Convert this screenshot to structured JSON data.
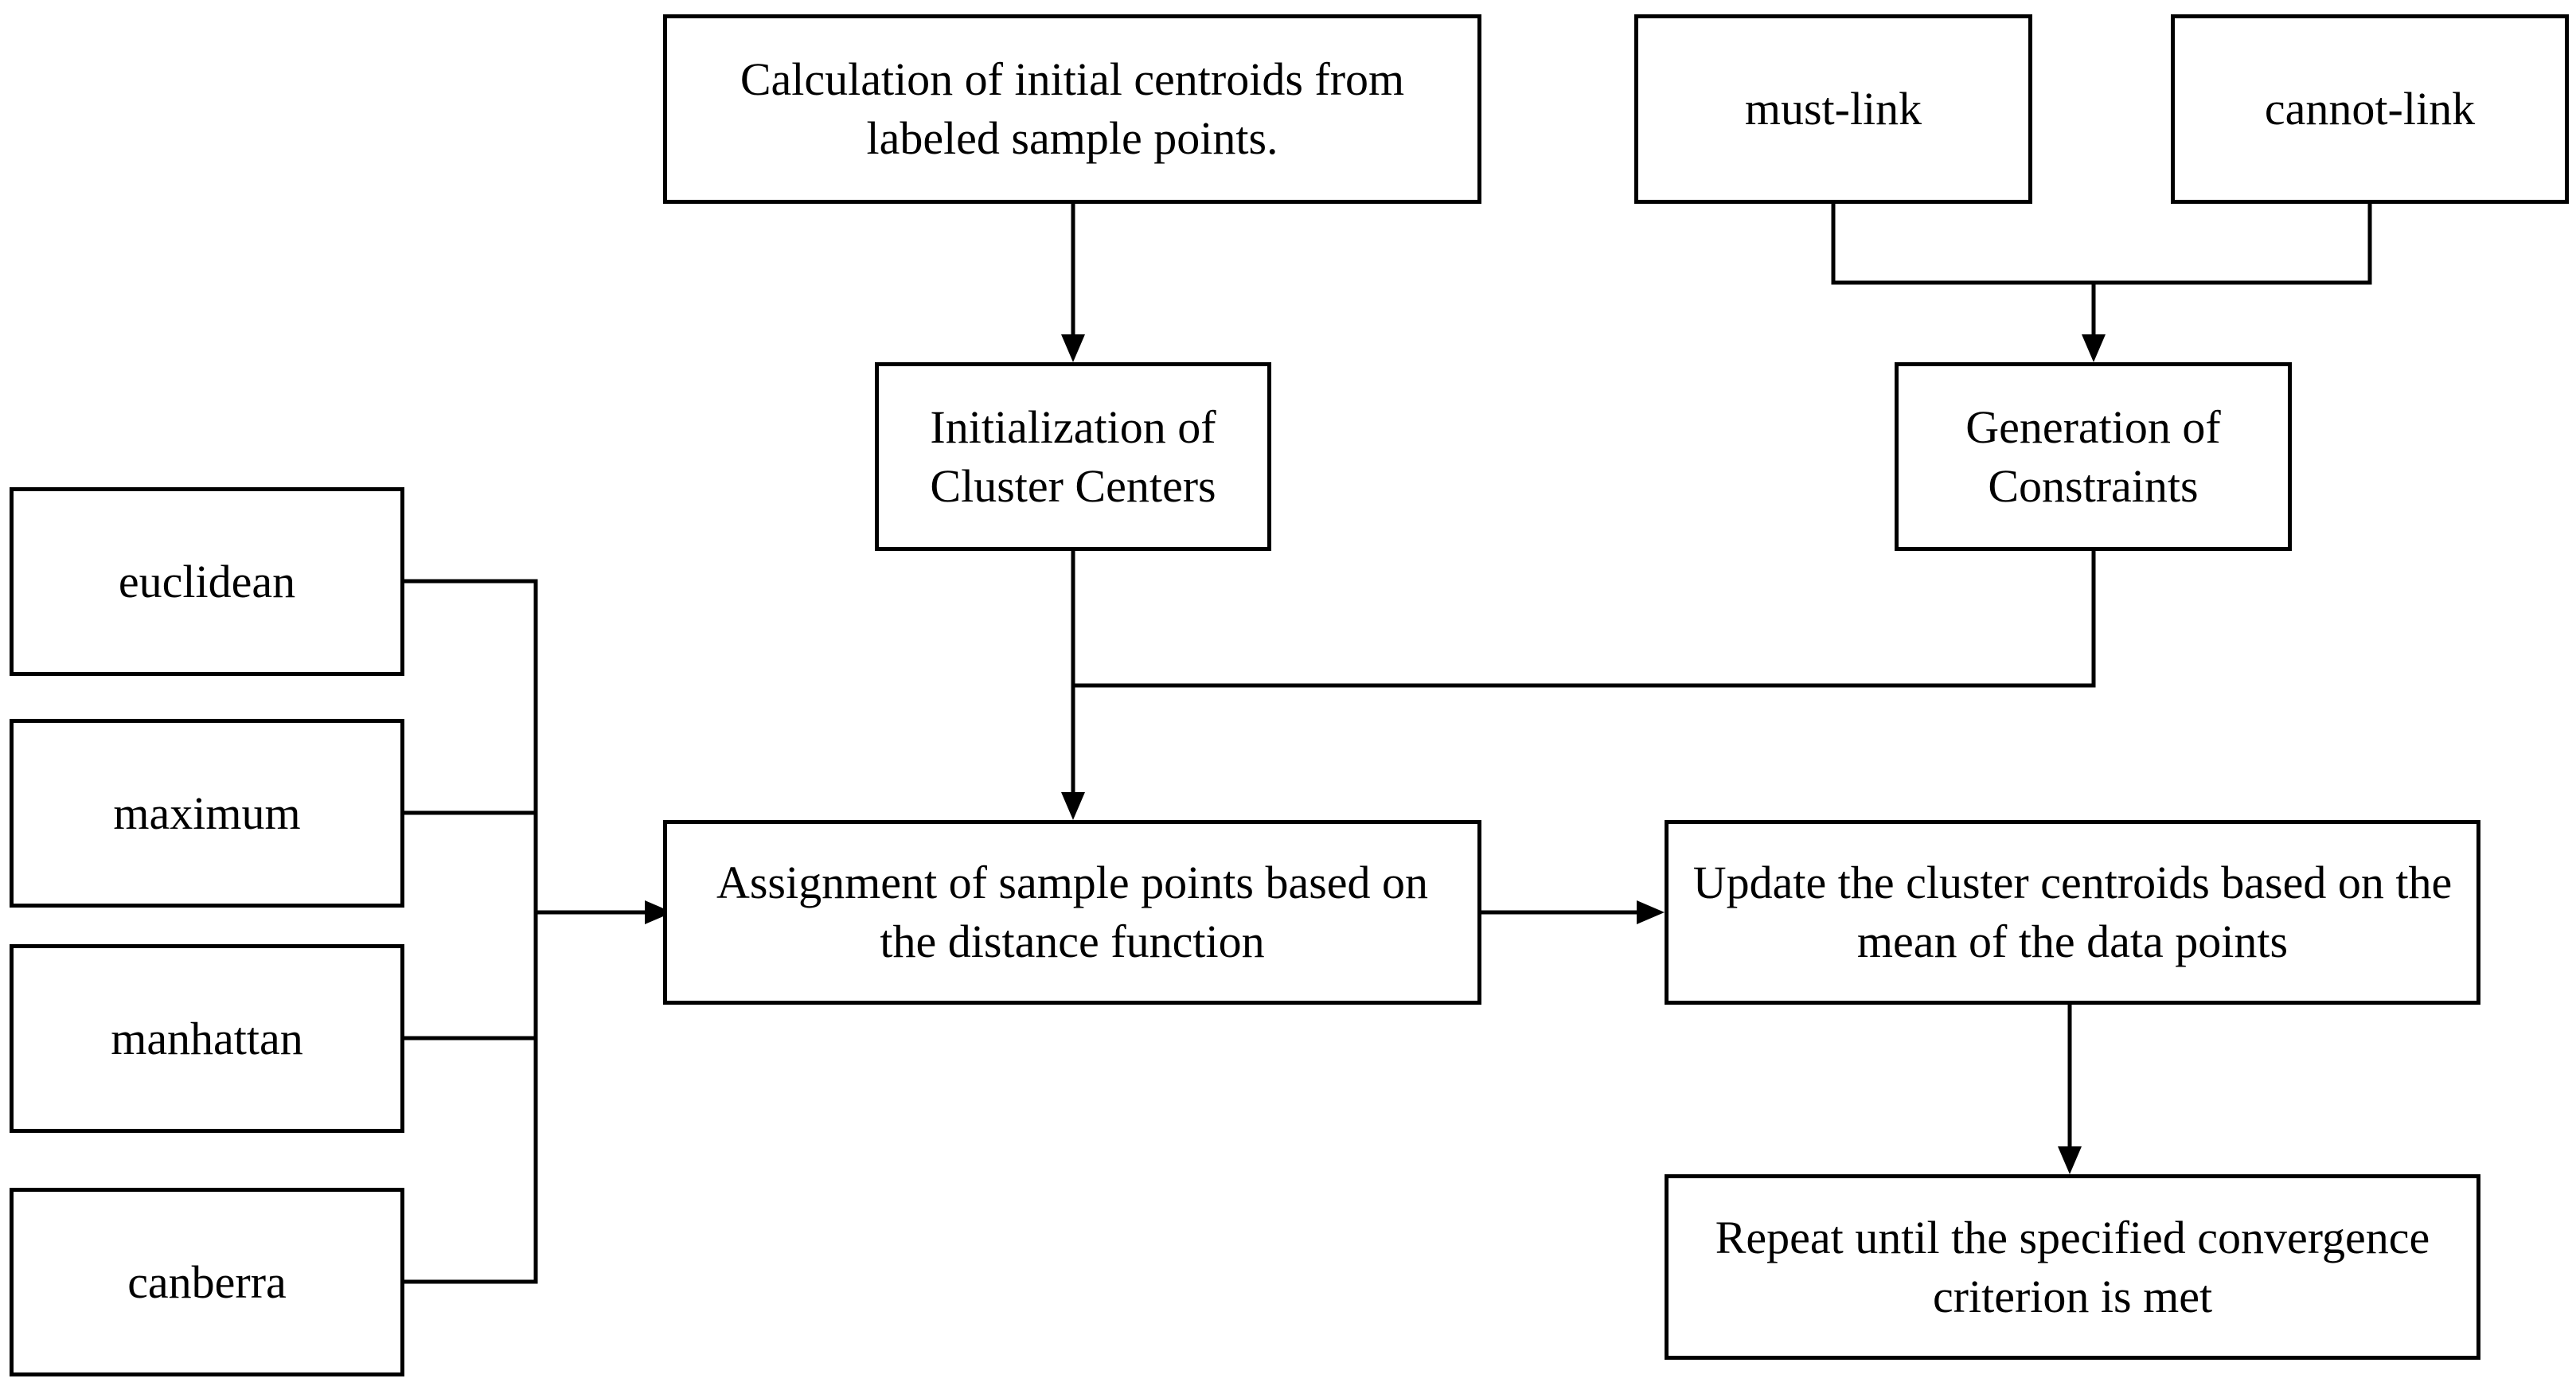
{
  "boxes": {
    "calc_centroids": "Calculation of initial centroids from labeled sample points.",
    "must_link": "must-link",
    "cannot_link": "cannot-link",
    "init_centers": "Initialization of Cluster Centers",
    "gen_constraints": "Generation of Constraints",
    "euclidean": "euclidean",
    "maximum": "maximum",
    "manhattan": "manhattan",
    "canberra": "canberra",
    "assignment": "Assignment of sample points based on the distance function",
    "update": "Update the cluster centroids based on the mean of the data points",
    "repeat": "Repeat until the specified convergence criterion is met"
  },
  "colors": {
    "line": "#000000",
    "box_fill": "#ffffff",
    "background": "#ffffff"
  }
}
